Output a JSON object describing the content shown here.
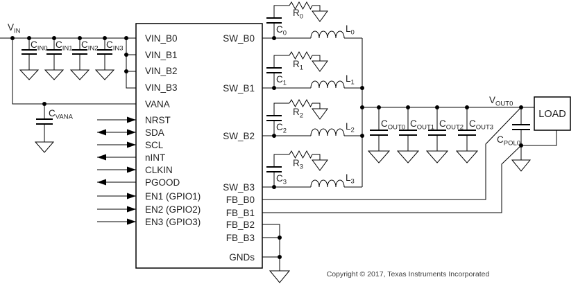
{
  "schematic": {
    "vin_label": {
      "base": "V",
      "sub": "IN"
    },
    "input_caps": [
      {
        "base": "C",
        "sub": "IN0"
      },
      {
        "base": "C",
        "sub": "IN1"
      },
      {
        "base": "C",
        "sub": "IN2"
      },
      {
        "base": "C",
        "sub": "IN3"
      }
    ],
    "vana_cap": {
      "base": "C",
      "sub": "VANA"
    },
    "ic": {
      "left_pins": [
        {
          "label": "VIN_B0"
        },
        {
          "label": "VIN_B1"
        },
        {
          "label": "VIN_B2"
        },
        {
          "label": "VIN_B3"
        },
        {
          "label": "VANA"
        },
        {
          "label": "NRST",
          "dir": "input"
        },
        {
          "label": "SDA",
          "dir": "bidirectional"
        },
        {
          "label": "SCL",
          "dir": "input"
        },
        {
          "label": "nINT",
          "dir": "output"
        },
        {
          "label": "CLKIN",
          "dir": "input"
        },
        {
          "label": "PGOOD",
          "dir": "output"
        },
        {
          "label": "EN1 (GPIO1)",
          "dir": "input"
        },
        {
          "label": "EN2 (GPIO2)",
          "dir": "input"
        },
        {
          "label": "EN3 (GPIO3)",
          "dir": "input"
        }
      ],
      "right_pins": [
        {
          "label": "SW_B0"
        },
        {
          "label": "SW_B1"
        },
        {
          "label": "SW_B2"
        },
        {
          "label": "SW_B3"
        },
        {
          "label": "FB_B0"
        },
        {
          "label": "FB_B1"
        },
        {
          "label": "FB_B2"
        },
        {
          "label": "FB_B3"
        },
        {
          "label": "GNDs"
        }
      ]
    },
    "phases": [
      {
        "res": {
          "base": "R",
          "sub": "0"
        },
        "cap": {
          "base": "C",
          "sub": "0"
        },
        "ind": {
          "base": "L",
          "sub": "0"
        }
      },
      {
        "res": {
          "base": "R",
          "sub": "1"
        },
        "cap": {
          "base": "C",
          "sub": "1"
        },
        "ind": {
          "base": "L",
          "sub": "1"
        }
      },
      {
        "res": {
          "base": "R",
          "sub": "2"
        },
        "cap": {
          "base": "C",
          "sub": "2"
        },
        "ind": {
          "base": "L",
          "sub": "2"
        }
      },
      {
        "res": {
          "base": "R",
          "sub": "3"
        },
        "cap": {
          "base": "C",
          "sub": "3"
        },
        "ind": {
          "base": "L",
          "sub": "3"
        }
      }
    ],
    "output_caps": [
      {
        "base": "C",
        "sub": "OUT0"
      },
      {
        "base": "C",
        "sub": "OUT1"
      },
      {
        "base": "C",
        "sub": "OUT2"
      },
      {
        "base": "C",
        "sub": "OUT3"
      }
    ],
    "vout_label": {
      "base": "V",
      "sub": "OUT0"
    },
    "pol_cap": {
      "base": "C",
      "sub": "POL0"
    },
    "load_label": "LOAD",
    "copyright": "Copyright © 2017, Texas Instruments Incorporated",
    "colors": {
      "wire": "#000000",
      "text": "#1f1f1f",
      "background": "#ffffff"
    }
  }
}
